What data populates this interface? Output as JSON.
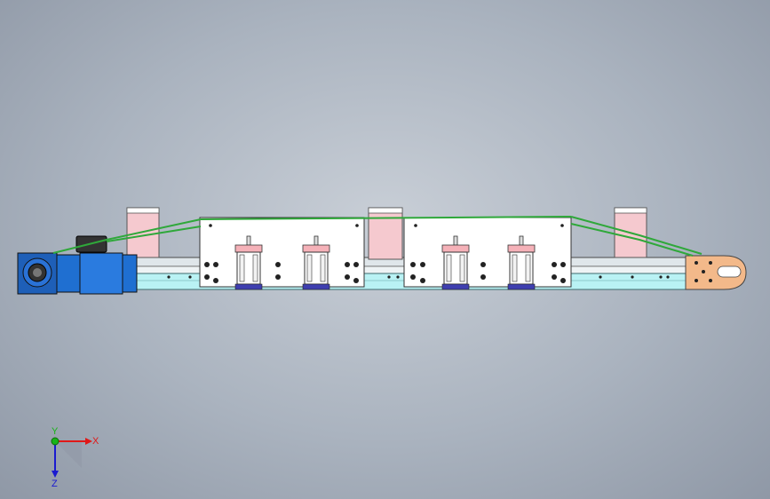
{
  "view": {
    "background_top": "#c9cfd7",
    "background_bottom": "#8f98a6"
  },
  "model": {
    "motor_color": "#1f6fd1",
    "rail_color": "#b9f2f4",
    "block_color": "#f5c9cf",
    "plate_color": "#ffffff",
    "belt_color": "#2fa83a",
    "endcap_color": "#f3b98a"
  },
  "triad": {
    "x_label": "X",
    "y_label": "Y",
    "z_label": "Z",
    "x_color": "#e01818",
    "y_color": "#18b418",
    "z_color": "#1a1ad0"
  }
}
